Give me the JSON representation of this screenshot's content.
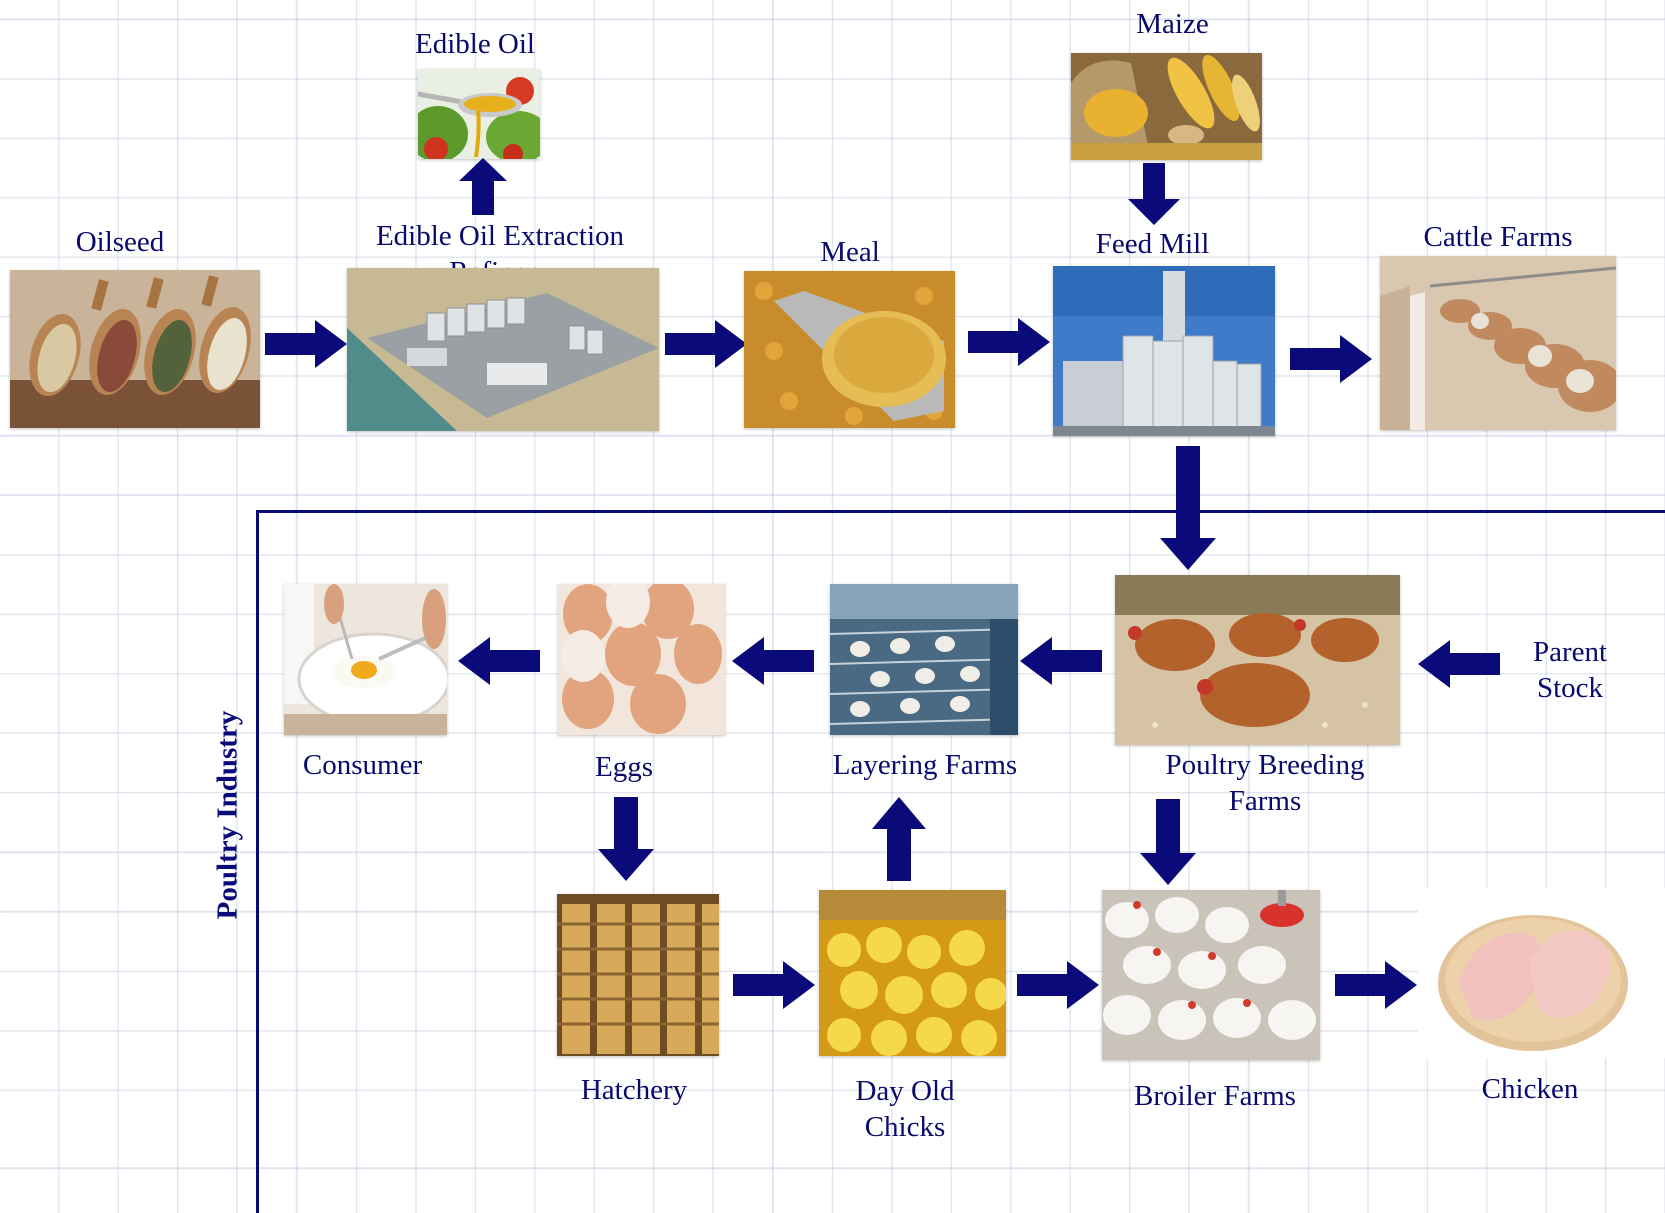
{
  "labels": {
    "edible_oil": "Edible Oil",
    "maize": "Maize",
    "oilseed": "Oilseed",
    "extraction": "Edible Oil Extraction\nRefinery",
    "meal": "Meal",
    "feed_mill": "Feed Mill",
    "cattle_farms": "Cattle Farms",
    "consumer": "Consumer",
    "eggs": "Eggs",
    "layering_farms": "Layering Farms",
    "poultry_breeding": "Poultry Breeding\nFarms",
    "parent_stock": "Parent\nStock",
    "hatchery": "Hatchery",
    "day_old_chicks": "Day Old\nChicks",
    "broiler_farms": "Broiler Farms",
    "chicken": "Chicken",
    "poultry_industry": "Poultry Industry"
  },
  "colors": {
    "arrow": "#0a0a7a",
    "text": "#0a0a6e",
    "grid": "#aab0d0"
  },
  "icons": {
    "edible_oil": "oil-spoon-salad-photo",
    "maize": "maize-sack-photo",
    "oilseed": "seed-scoops-photo",
    "extraction": "refinery-plant-photo",
    "meal": "meal-scoop-photo",
    "feed_mill": "feed-mill-silos-photo",
    "cattle_farms": "cattle-feedlot-photo",
    "consumer": "fried-egg-plate-photo",
    "eggs": "eggs-photo",
    "layering_farms": "layer-cages-photo",
    "poultry_breeding": "hens-photo",
    "hatchery": "egg-trays-photo",
    "day_old_chicks": "chicks-photo",
    "broiler_farms": "broilers-photo",
    "chicken": "chicken-breast-photo"
  }
}
